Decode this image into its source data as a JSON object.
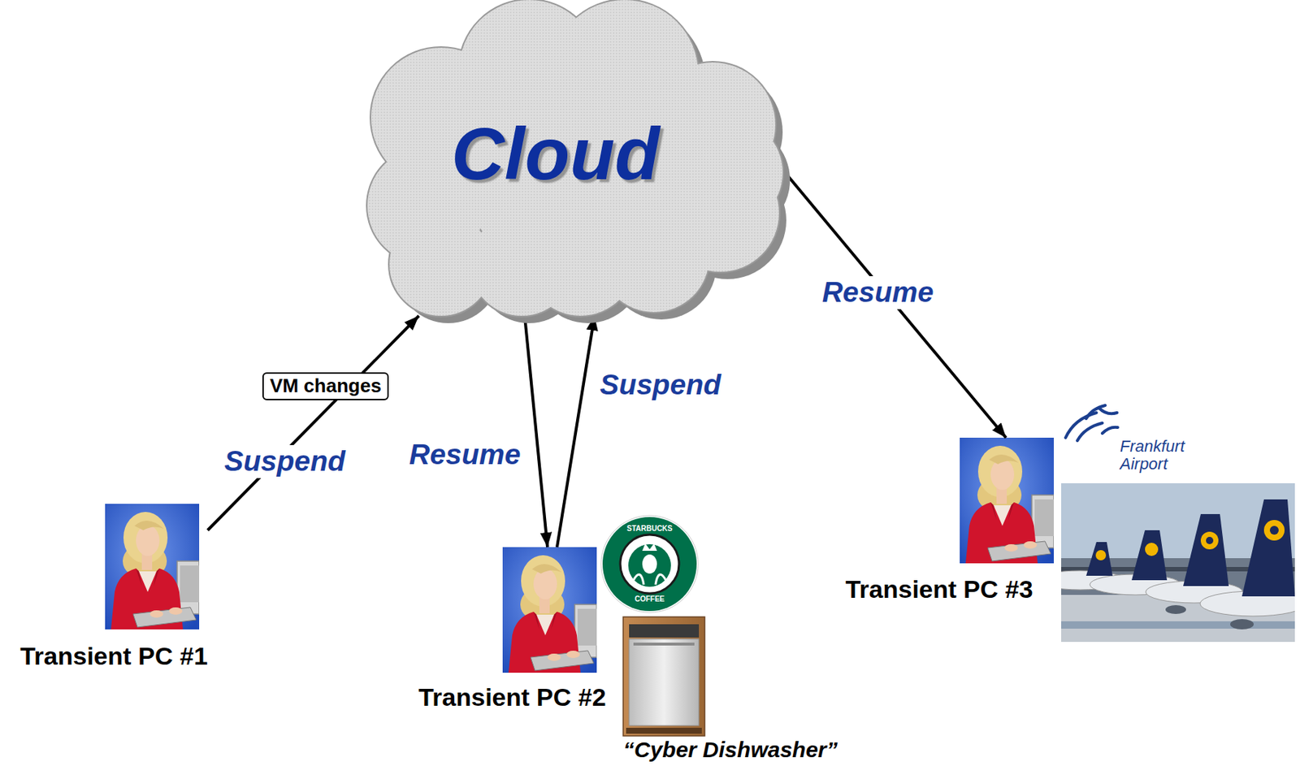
{
  "diagram": {
    "nodes": [
      {
        "text": [
          "Cloud"
        ]
      },
      {
        "text": [
          "Transient PC #1"
        ]
      },
      {
        "text": [
          "Transient PC #2"
        ]
      },
      {
        "text": [
          "Transient PC #3"
        ]
      }
    ],
    "edges": [
      {
        "from": 1,
        "to": 0,
        "arrow": "to",
        "label": "Suspend"
      },
      {
        "from": 0,
        "to": 2,
        "arrow": "to",
        "label": "Resume"
      },
      {
        "from": 2,
        "to": 0,
        "arrow": "to",
        "label": "Suspend"
      },
      {
        "from": 0,
        "to": 3,
        "arrow": "to",
        "label": "Resume"
      }
    ],
    "labels": [
      "VM changes",
      "STARBUCKS",
      "COFFEE",
      "Frankfurt Airport",
      "“Cyber Dishwasher”"
    ]
  }
}
